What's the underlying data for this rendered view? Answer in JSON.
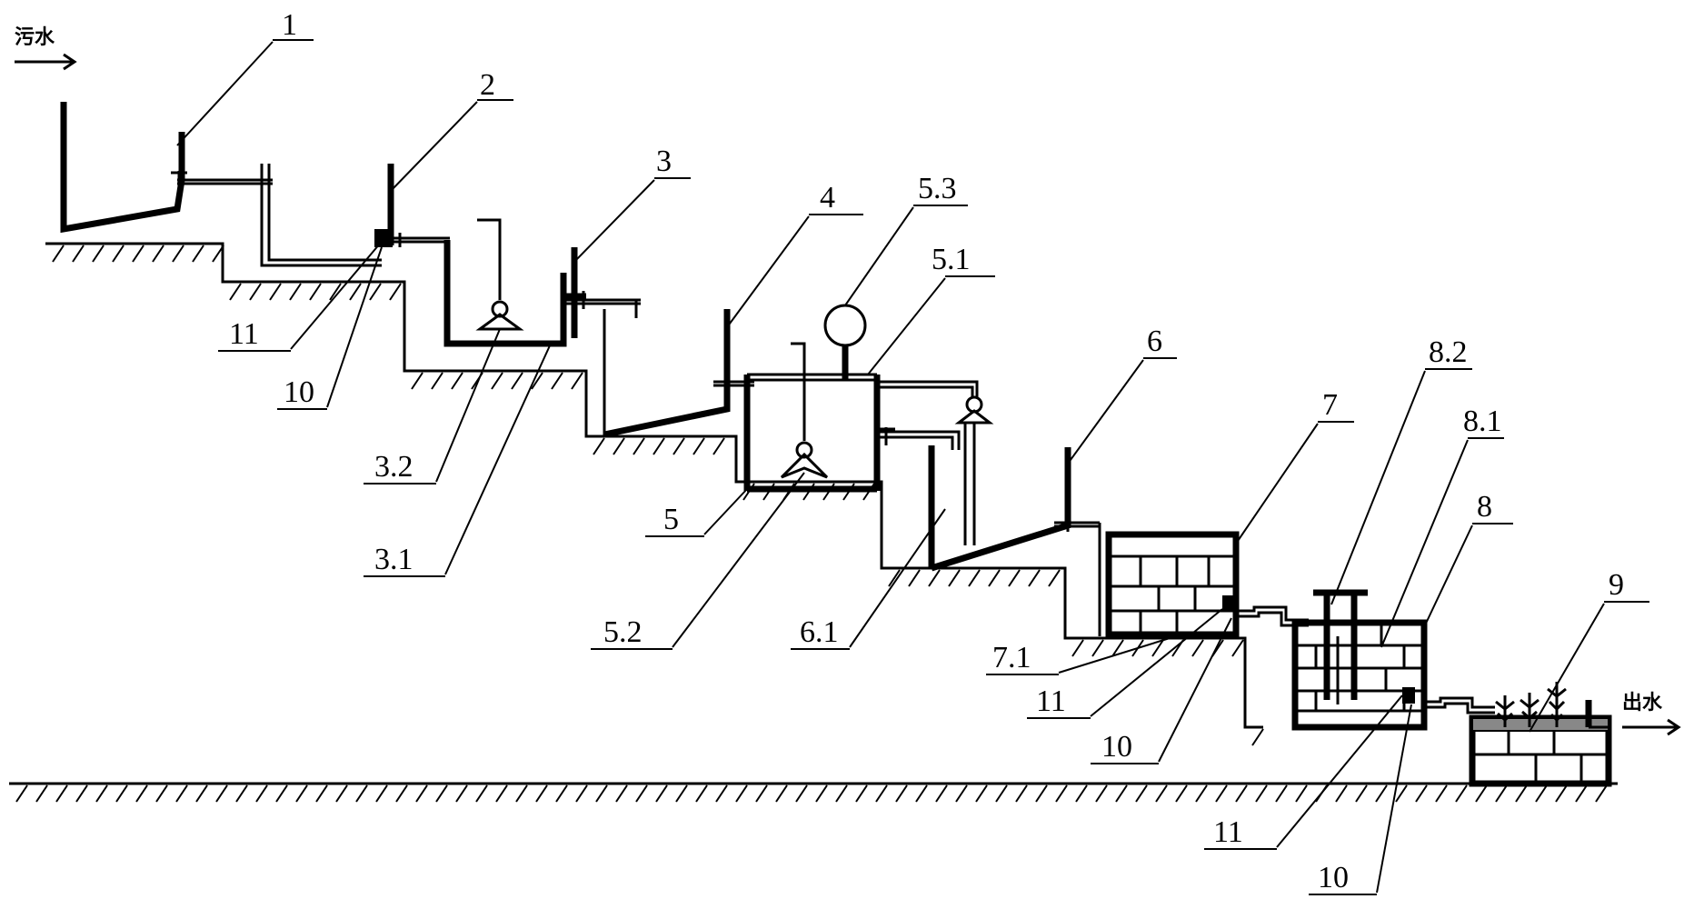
{
  "flow": {
    "inlet": "污水",
    "outlet": "出水"
  },
  "labels": {
    "l1": "1",
    "l2": "2",
    "l3": "3",
    "l3_1": "3.1",
    "l3_2": "3.2",
    "l4": "4",
    "l5": "5",
    "l5_1": "5.1",
    "l5_2": "5.2",
    "l5_3": "5.3",
    "l6": "6",
    "l6_1": "6.1",
    "l7": "7",
    "l7_1": "7.1",
    "l8": "8",
    "l8_1": "8.1",
    "l8_2": "8.2",
    "l9": "9",
    "l10_a": "10",
    "l10_b": "10",
    "l10_c": "10",
    "l11_a": "11",
    "l11_b": "11",
    "l11_c": "11"
  }
}
